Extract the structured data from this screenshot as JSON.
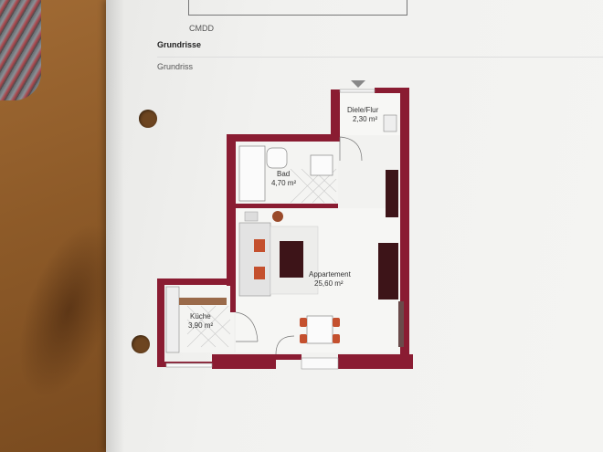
{
  "header": {
    "code": "CMDD",
    "section_title": "Grundrisse",
    "section_subtitle": "Grundriss"
  },
  "rooms": [
    {
      "name": "Diele/Flur",
      "area": "2,30 m²"
    },
    {
      "name": "Bad",
      "area": "4,70 m²"
    },
    {
      "name": "Appartement",
      "area": "25,60 m²"
    },
    {
      "name": "Küche",
      "area": "3,90 m²"
    }
  ],
  "colors": {
    "wall": "#8a1c32",
    "paper": "#f2f2f0",
    "table": "#8d5a28"
  }
}
